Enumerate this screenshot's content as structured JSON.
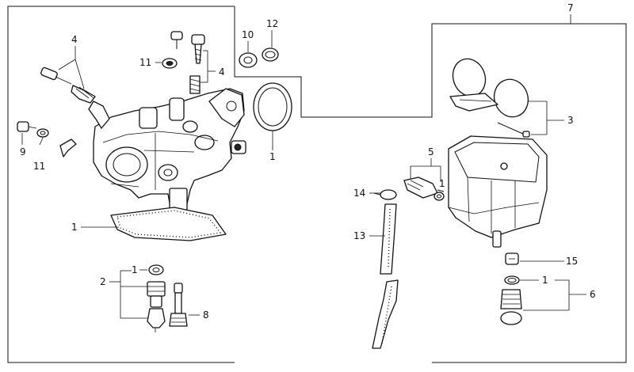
{
  "diagram": {
    "callouts": {
      "n1_gasket_left": "1",
      "n1_ring_center": "1",
      "n1_washer_bottom": "1",
      "n1_washer_valve": "1",
      "n1_washer_drain": "1",
      "n2": "2",
      "n3": "3",
      "n4_left": "4",
      "n4_center": "4",
      "n5": "5",
      "n6": "6",
      "n7": "7",
      "n8": "8",
      "n9": "9",
      "n10": "10",
      "n11_left": "11",
      "n11_center": "11",
      "n12": "12",
      "n13": "13",
      "n14": "14",
      "n15": "15"
    }
  }
}
